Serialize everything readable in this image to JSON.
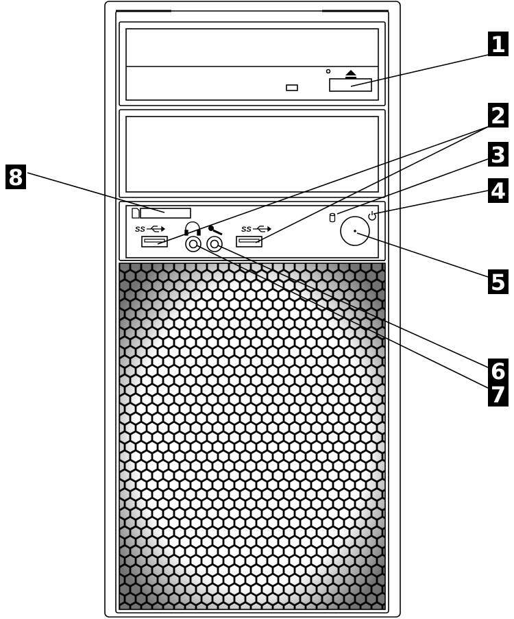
{
  "colors": {
    "line": "#000000",
    "background": "#ffffff",
    "callout_box": "#000000",
    "callout_text": "#ffffff"
  },
  "ports": {
    "usb_left_label": "SS",
    "usb_right_label": "SS",
    "usb_icon": "usb-icon",
    "headset_icon": "headset-icon",
    "microphone_icon": "microphone-icon",
    "power_icon": "power-icon",
    "drive_activity_icon": "drive-activity-icon",
    "eject_icon": "eject-icon",
    "card_reader_icon": "card-reader-icon"
  },
  "callouts": [
    {
      "id": "1",
      "label": "1"
    },
    {
      "id": "2",
      "label": "2"
    },
    {
      "id": "3",
      "label": "3"
    },
    {
      "id": "4",
      "label": "4"
    },
    {
      "id": "5",
      "label": "5"
    },
    {
      "id": "6",
      "label": "6"
    },
    {
      "id": "7",
      "label": "7"
    },
    {
      "id": "8",
      "label": "8"
    }
  ]
}
